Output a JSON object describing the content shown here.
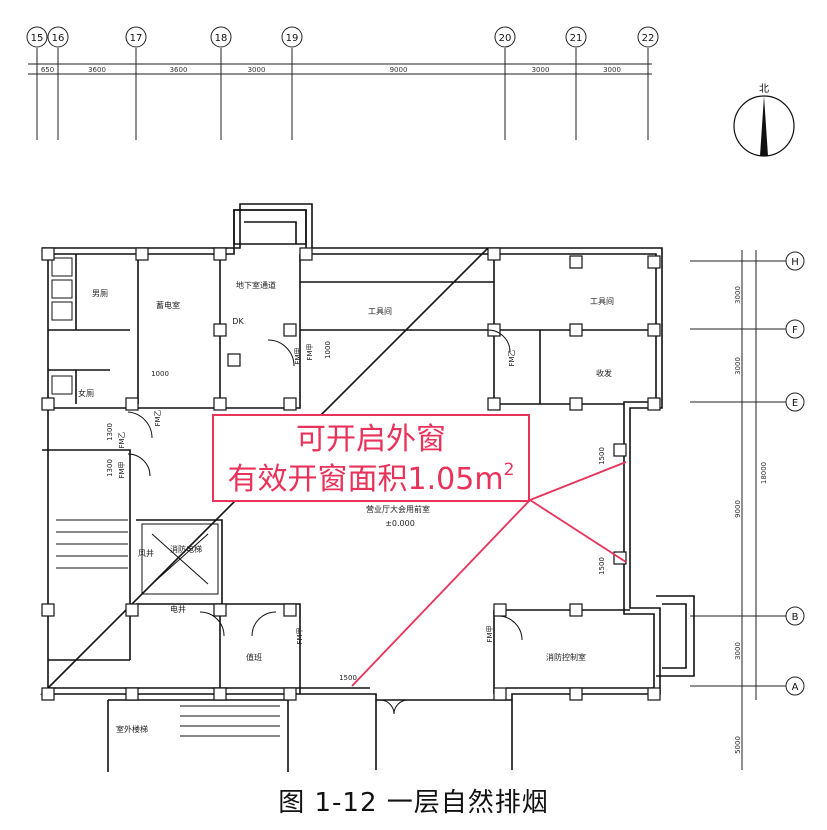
{
  "caption": "图 1-12   一层自然排烟",
  "annotation": {
    "line1": "可开启外窗",
    "line2": "有效开窗面积1.05m",
    "sup": "2"
  },
  "grid_top": [
    "15",
    "16",
    "17",
    "18",
    "19",
    "20",
    "21",
    "22"
  ],
  "grid_top_dims": [
    "650",
    "3600",
    "3600",
    "3000",
    "9000",
    "3000",
    "3000"
  ],
  "grid_right": [
    "H",
    "F",
    "E",
    "B",
    "A"
  ],
  "grid_right_dims": [
    "3000",
    "3000",
    "9000",
    "3000",
    "5000"
  ],
  "total_dim": "18000",
  "north_label": "北",
  "rooms": {
    "r_restroom": "男厕",
    "r_nv": "女厕",
    "r_pump": "蓄电室",
    "r_basement": "地下室通道",
    "r_tool1": "工具间",
    "r_tool2": "工具间",
    "r_store": "收发",
    "r_hall": "营业厅大会用前室",
    "r_level": "±0.000",
    "r_control": "消防控制室",
    "r_duty": "值班",
    "r_stair": "室外楼梯",
    "r_elev": "消防电梯",
    "r_shaft": "电井",
    "r_dk": "DK",
    "r_fire": "风井"
  },
  "door_labels": [
    "FM甲",
    "FM乙",
    "FM乙",
    "FM乙",
    "FM甲",
    "FM甲",
    "FM甲",
    "FM甲"
  ],
  "dims_small": [
    "1000",
    "1000",
    "1300",
    "1300",
    "1500",
    "1500",
    "1500"
  ]
}
